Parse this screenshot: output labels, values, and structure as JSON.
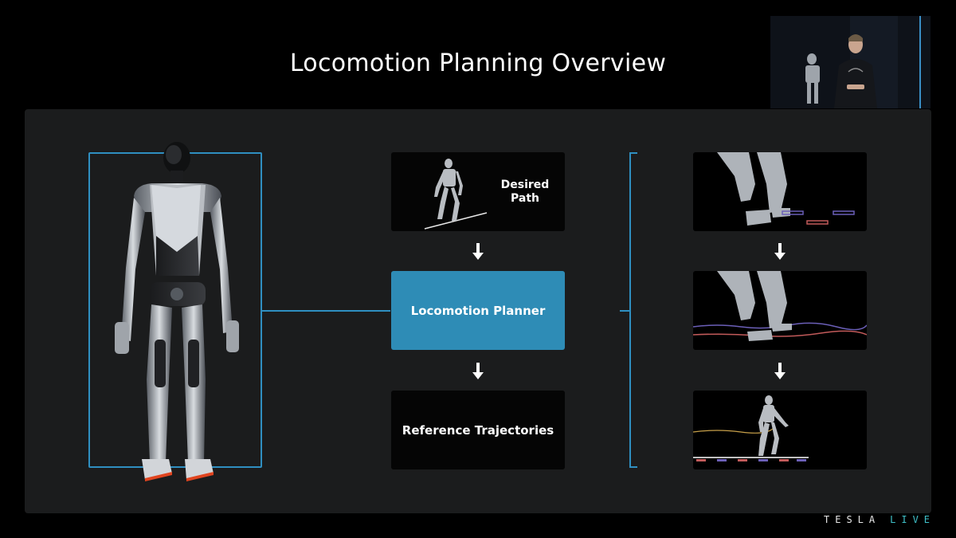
{
  "slide": {
    "title": "Locomotion Planning Overview"
  },
  "flow": {
    "desired_path": "Desired Path",
    "planner": "Locomotion Planner",
    "reference": "Reference Trajectories"
  },
  "branding": {
    "brand": "TESLA",
    "suffix": "LIVE"
  },
  "colors": {
    "accent_blue": "#2f8fc1",
    "planner_fill": "#2e8cb6",
    "live_cyan": "#3fc1c9"
  },
  "icons": [
    "down-arrow-icon",
    "humanoid-robot-image",
    "presenter-video-inset"
  ]
}
